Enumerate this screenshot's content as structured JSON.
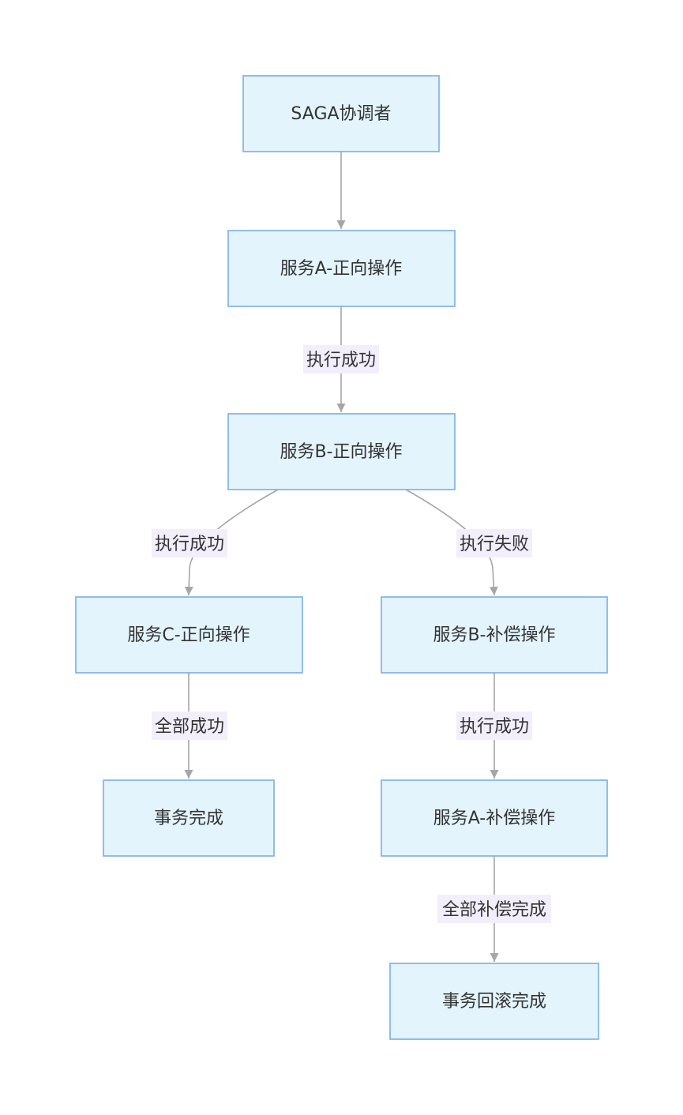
{
  "nodes": {
    "coordinator": "SAGA协调者",
    "service_a_forward": "服务A-正向操作",
    "service_b_forward": "服务B-正向操作",
    "service_c_forward": "服务C-正向操作",
    "service_b_compensate": "服务B-补偿操作",
    "transaction_complete": "事务完成",
    "service_a_compensate": "服务A-补偿操作",
    "rollback_complete": "事务回滚完成"
  },
  "edges": {
    "a_to_b": "执行成功",
    "b_to_c": "执行成功",
    "b_to_b_comp": "执行失败",
    "c_to_done": "全部成功",
    "b_comp_to_a_comp": "执行成功",
    "a_comp_to_rollback": "全部补偿完成"
  },
  "colors": {
    "node_fill": "#e3f4fc",
    "node_border": "#7aaee5",
    "edge_line": "#a6a6a6",
    "label_background": "#f3eefb",
    "text": "#333333"
  }
}
